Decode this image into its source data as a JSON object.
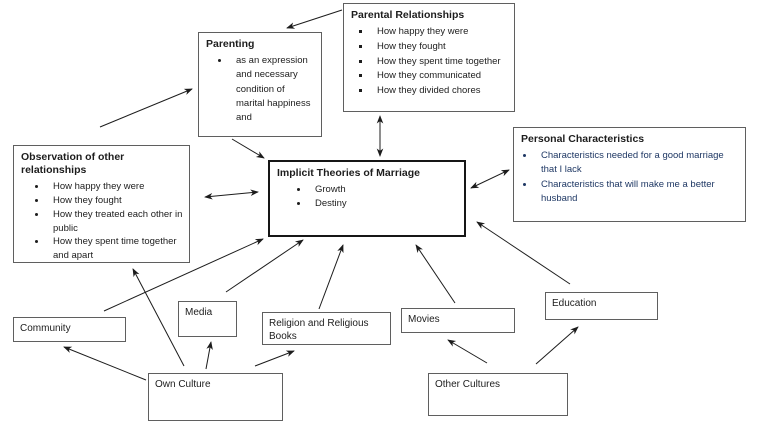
{
  "diagram_title": "Implicit Theories of Marriage concept map",
  "colors": {
    "accent_text": "#1F3864",
    "box_border": "#5f5f5f",
    "center_border": "#161616",
    "arrow": "#1c1c1c"
  },
  "boxes": {
    "parenting": {
      "title": "Parenting",
      "items": [
        "as an expression and necessary condition of marital happiness and"
      ]
    },
    "parental_relationships": {
      "title": "Parental Relationships",
      "items": [
        "How happy they were",
        "How they fought",
        "How they spent time together",
        "How they communicated",
        "How they divided chores"
      ]
    },
    "observation": {
      "title": "Observation of other relationships",
      "items": [
        "How happy they were",
        "How they fought",
        "How they treated each other in public",
        "How they spent time together and apart"
      ]
    },
    "implicit_theories": {
      "title": "Implicit Theories of Marriage",
      "items": [
        "Growth",
        "Destiny"
      ]
    },
    "personal_characteristics": {
      "title": "Personal Characteristics",
      "items": [
        "Characteristics needed for a good marriage that I lack",
        "Characteristics that will make me a better husband"
      ]
    },
    "community": {
      "label": "Community"
    },
    "media": {
      "label": "Media"
    },
    "religion": {
      "label": "Religion and Religious Books"
    },
    "movies": {
      "label": "Movies"
    },
    "education": {
      "label": "Education"
    },
    "own_culture": {
      "label": "Own Culture"
    },
    "other_cultures": {
      "label": "Other Cultures"
    }
  }
}
